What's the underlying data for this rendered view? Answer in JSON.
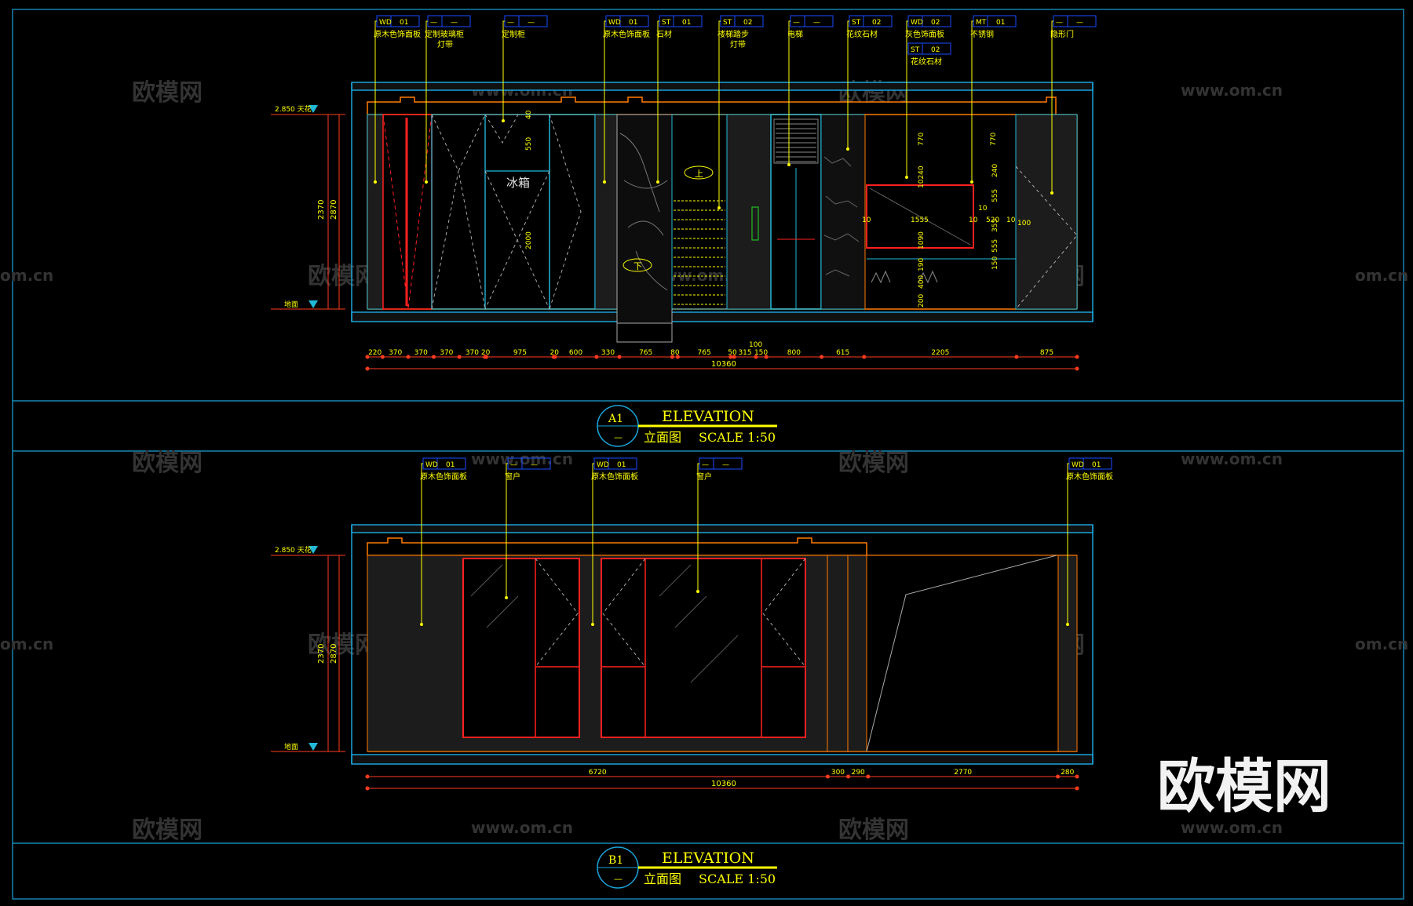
{
  "colors": {
    "frame": "#1aa3d9",
    "leader": "#ffff00",
    "dim": "#ff3b1f",
    "cyan": "#22b8d8",
    "orange": "#ff7a00",
    "red": "#ff2020",
    "white": "#e6e6e6",
    "watermark": "#333333"
  },
  "sheet_a": {
    "top_level": "2.850 天花",
    "floor_level": "地面",
    "height_outer": "2370",
    "height_inner": "2870",
    "fridge": "冰箱",
    "stair_up": "上",
    "stair_down": "下",
    "tags": [
      {
        "code": "WD",
        "num": "01",
        "label": "原木色饰面板",
        "label2": ""
      },
      {
        "code": "—",
        "num": "—",
        "label": "定制玻璃柜",
        "label2": "灯带"
      },
      {
        "code": "—",
        "num": "—",
        "label": "定制柜",
        "label2": ""
      },
      {
        "code": "WD",
        "num": "01",
        "label": "原木色饰面板",
        "label2": ""
      },
      {
        "code": "ST",
        "num": "01",
        "label": "石材",
        "label2": ""
      },
      {
        "code": "ST",
        "num": "02",
        "label": "楼梯踏步",
        "label2": "灯带"
      },
      {
        "code": "—",
        "num": "—",
        "label": "电梯",
        "label2": ""
      },
      {
        "code": "ST",
        "num": "02",
        "label": "花纹石材",
        "label2": ""
      },
      {
        "code": "WD",
        "num": "02",
        "label": "灰色饰面板",
        "label2": ""
      },
      {
        "code": "MT",
        "num": "01",
        "label": "不锈钢",
        "label2": ""
      },
      {
        "code": "—",
        "num": "—",
        "label": "隐形门",
        "label2": ""
      }
    ],
    "extra_tag": {
      "code": "ST",
      "num": "02",
      "label": "花纹石材"
    },
    "dims_bottom": [
      "220",
      "370",
      "370",
      "370",
      "370",
      "20",
      "975",
      "20",
      "600",
      "330",
      "765",
      "80",
      "765",
      "50",
      "315",
      "150",
      "800",
      "615",
      "2205",
      "875"
    ],
    "dim_100": "100",
    "total": "10360",
    "inner_dims": {
      "d40": "40",
      "d550": "550",
      "d2000": "2000",
      "d770a": "770",
      "d770b": "770",
      "d10240": "10240",
      "d1090": "1090",
      "d190": "190",
      "d400": "400",
      "d200": "200",
      "d1555": "1555",
      "d10a": "10",
      "d10b": "10",
      "d10c": "10",
      "d520": "520",
      "d10d": "10",
      "d100": "100",
      "d240": "240",
      "d555": "555",
      "d355": "355",
      "d555b": "555",
      "d150": "150"
    }
  },
  "sheet_b": {
    "top_level": "2.850 天花",
    "floor_level": "地面",
    "height_outer": "2370",
    "height_inner": "2870",
    "tags": [
      {
        "code": "WD",
        "num": "01",
        "label": "原木色饰面板"
      },
      {
        "code": "—",
        "num": "—",
        "label": "窗户"
      },
      {
        "code": "WD",
        "num": "01",
        "label": "原木色饰面板"
      },
      {
        "code": "—",
        "num": "—",
        "label": "窗户"
      },
      {
        "code": "WD",
        "num": "01",
        "label": "原木色饰面板"
      }
    ],
    "dims_bottom": [
      "6720",
      "300",
      "290",
      "2770",
      "280"
    ],
    "total": "10360"
  },
  "title_a": {
    "id": "A1",
    "sub": "—",
    "en": "ELEVATION",
    "cn": "立面图",
    "scale": "SCALE 1:50"
  },
  "title_b": {
    "id": "B1",
    "sub": "—",
    "en": "ELEVATION",
    "cn": "立面图",
    "scale": "SCALE 1:50"
  },
  "watermark": {
    "cn": "欧模网",
    "url": "www.om.cn",
    "url_short": "om.cn",
    "big": "欧模网"
  }
}
